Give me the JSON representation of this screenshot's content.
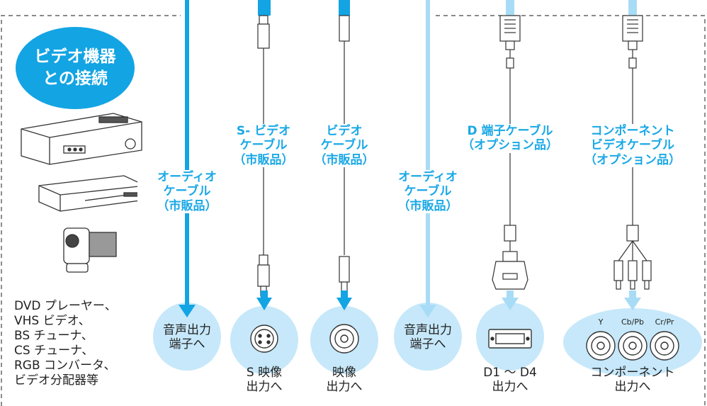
{
  "badge": {
    "line1": "ビデオ機器",
    "line2": "との接続"
  },
  "devices": [
    "DVD プレーヤー、",
    "VHS ビデオ、",
    "BS チューナ、",
    "CS チューナ、",
    "RGB コンバータ、",
    "ビデオ分配器等"
  ],
  "cables": {
    "audio_left": [
      "オーディオ",
      "ケーブル",
      "（市販品）"
    ],
    "s_video": [
      "S- ビデオ",
      "ケーブル",
      "（市販品）"
    ],
    "video": [
      "ビデオ",
      "ケーブル",
      "（市販品）"
    ],
    "audio_right": [
      "オーディオ",
      "ケーブル",
      "（市販品）"
    ],
    "d_terminal": [
      "D 端子ケーブル",
      "（オプション品）"
    ],
    "component": [
      "コンポーネント",
      "ビデオケーブル",
      "（オプション品）"
    ]
  },
  "ports": {
    "audio_left": [
      "音声出力",
      "端子へ"
    ],
    "s_video": [
      "S 映像",
      "出力へ"
    ],
    "video": [
      "映像",
      "出力へ"
    ],
    "audio_right": [
      "音声出力",
      "端子へ"
    ],
    "d_terminal": [
      "D1 ～ D4",
      "出力へ"
    ],
    "component": [
      "コンポーネント",
      "出力へ"
    ]
  },
  "component_jacks": [
    "Y",
    "Cb/Pb",
    "Cr/Pr"
  ],
  "colors": {
    "accent": "#1aa8e6",
    "badge": "#13a4e4",
    "arrow_dark": "#13a4e4",
    "arrow_light": "#a8dcf6",
    "port_circle": "#c6e8fa"
  }
}
